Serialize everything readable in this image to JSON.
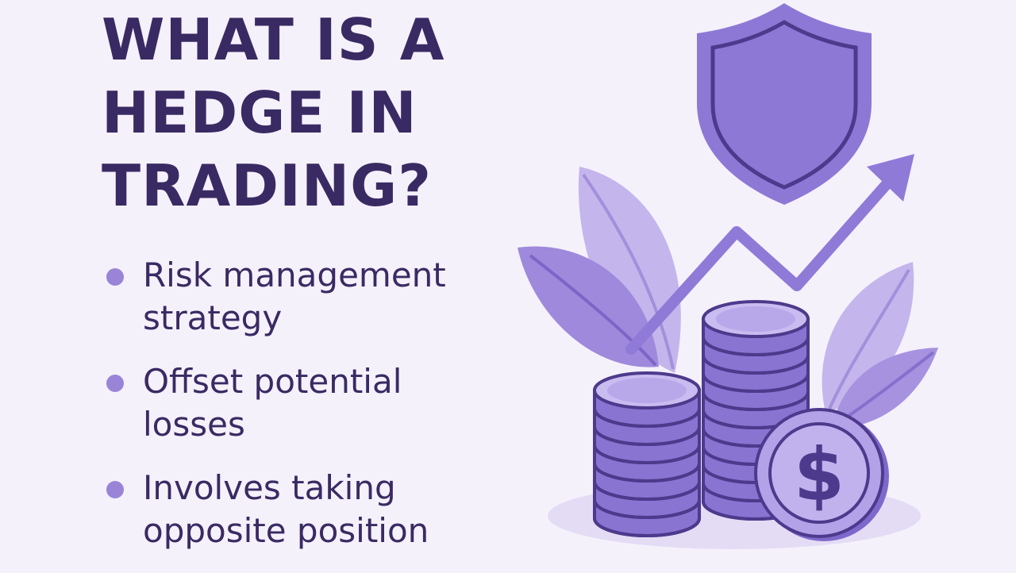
{
  "title": {
    "lines": [
      "WHAT IS A",
      "HEDGE IN",
      "TRADING?"
    ]
  },
  "bullets": [
    {
      "lines": [
        "Risk management",
        "strategy"
      ]
    },
    {
      "lines": [
        "Offset potential",
        "losses"
      ]
    },
    {
      "lines": [
        "Involves taking",
        "opposite position"
      ]
    }
  ],
  "illustration": {
    "coin_symbol": "$",
    "icons": [
      "shield-icon",
      "up-arrow-icon",
      "coin-stack-icon",
      "dollar-coin-icon",
      "leaf-icon"
    ]
  },
  "colors": {
    "background": "#f5f1fb",
    "text": "#3a2a63",
    "accent": "#8c74d4",
    "accent_light": "#b7a6e6",
    "accent_dark": "#4e3a8c"
  }
}
